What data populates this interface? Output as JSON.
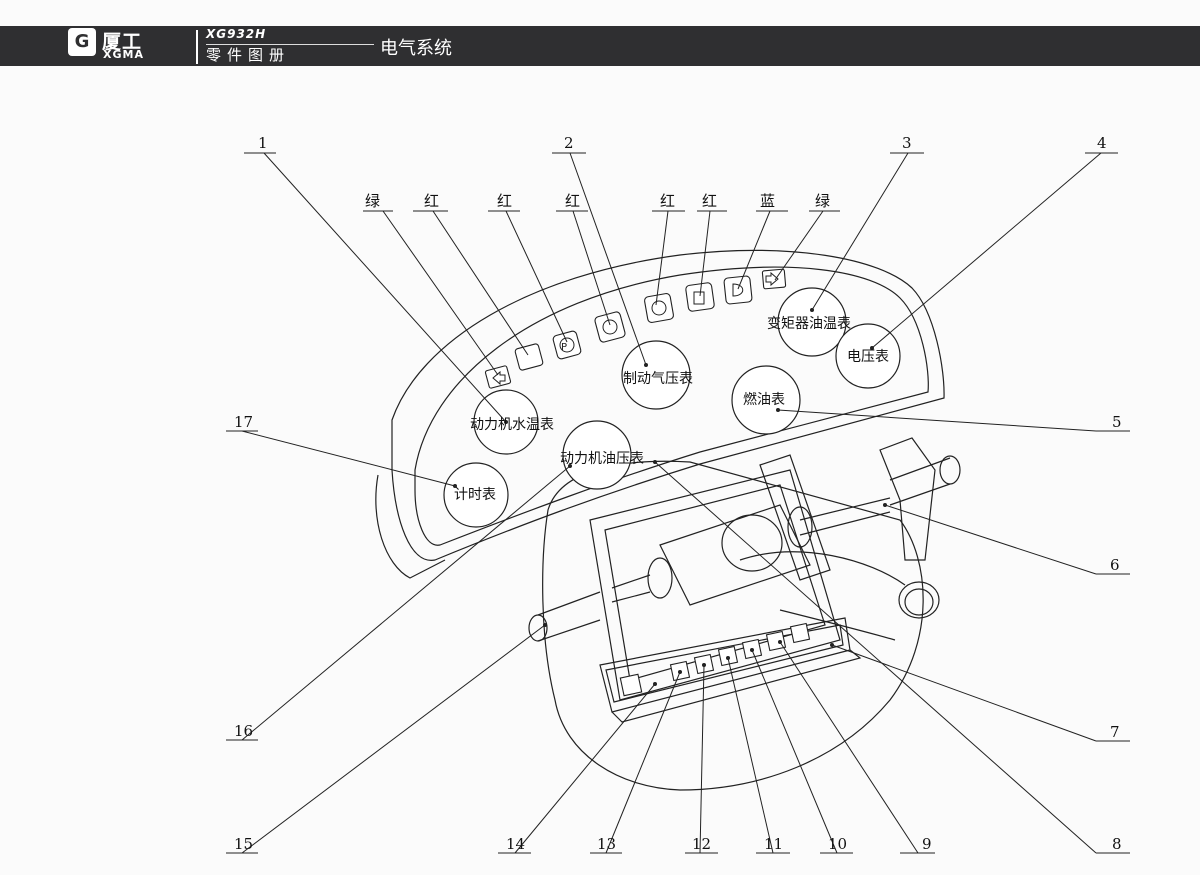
{
  "header": {
    "brand_cn": "厦工",
    "brand_en": "XGMA",
    "logo_letter": "G",
    "model": "XG932H",
    "catalog": "零件图册",
    "section": "电气系统"
  },
  "gauges": {
    "hour_meter": "计时表",
    "engine_water_temp": "动力机水温表",
    "engine_oil_pressure": "动力机油压表",
    "brake_air_pressure": "制动气压表",
    "fuel_gauge": "燃油表",
    "converter_oil_temp": "变矩器油温表",
    "voltmeter": "电压表"
  },
  "indicator_colors": [
    "绿",
    "红",
    "红",
    "红",
    "红",
    "红",
    "蓝",
    "绿"
  ],
  "callouts": [
    "1",
    "2",
    "3",
    "4",
    "5",
    "6",
    "7",
    "8",
    "9",
    "10",
    "11",
    "12",
    "13",
    "14",
    "15",
    "16",
    "17"
  ]
}
